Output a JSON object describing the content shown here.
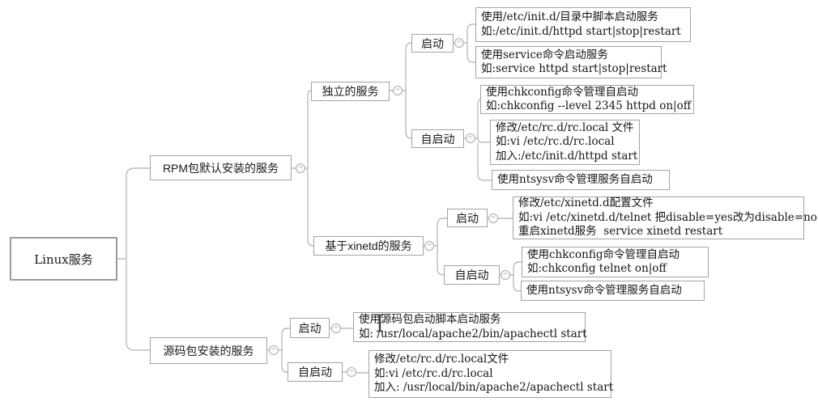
{
  "icons": {
    "collapse_glyph": "−",
    "cursor": "i-beam-text-cursor"
  },
  "colors": {
    "line": "#b1b1b1",
    "node_border": "#a3a3a3",
    "text": "#1b1b1b",
    "background": "#ffffff"
  },
  "tree": {
    "root": "Linux服务",
    "branches": {
      "rpm": "RPM包默认安装的服务",
      "independent": "独立的服务",
      "xinetd": "基于xinetd的服务",
      "source": "源码包安装的服务"
    },
    "subnodes": {
      "independent_start": "启动",
      "independent_auto": "自启动",
      "xinetd_start": "启动",
      "xinetd_auto": "自启动",
      "source_start": "启动",
      "source_auto": "自启动"
    },
    "leaves": {
      "init_d_script": [
        "使用/etc/init.d/目录中脚本启动服务",
        "如:/etc/init.d/httpd start|stop|restart"
      ],
      "service_command": [
        "使用service命令启动服务",
        "如:service httpd start|stop|restart"
      ],
      "chkconfig_level": [
        "使用chkconfig命令管理自启动",
        "如:chkconfig --level 2345 httpd on|off"
      ],
      "rc_local_httpd": [
        "修改/etc/rc.d/rc.local 文件",
        "如:vi /etc/rc.d/rc.local",
        "加入:/etc/init.d/httpd start"
      ],
      "ntsysv_rpm": [
        "使用ntsysv命令管理服务自启动"
      ],
      "xinetd_config": [
        "修改/etc/xinetd.d配置文件",
        "如:vi /etc/xinetd.d/telnet 把disable=yes改为disable=no",
        "重启xinetd服务  service xinetd restart"
      ],
      "chkconfig_telnet": [
        "使用chkconfig命令管理自启动",
        "如:chkconfig telnet on|off"
      ],
      "ntsysv_xinetd": [
        "使用ntsysv命令管理服务自启动"
      ],
      "source_script": [
        "使用源码包启动脚本启动服务",
        "如: /usr/local/apache2/bin/apachectl start"
      ],
      "rc_local_apache": [
        "修改/etc/rc.d/rc.local文件",
        "如:vi /etc/rc.d/rc.local",
        "加入: /usr/local/bin/apache2/apachectl start"
      ]
    }
  }
}
